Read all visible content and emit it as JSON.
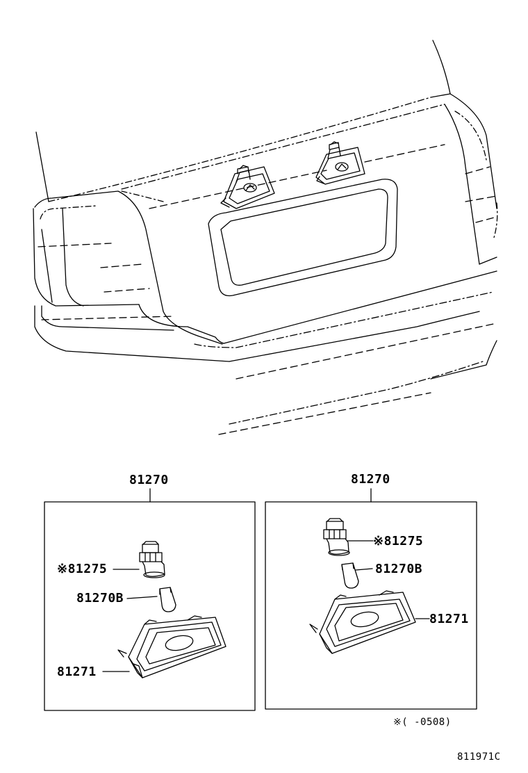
{
  "left_group": {
    "assembly_number": "81270",
    "socket_part": "※81275",
    "bulb_part": "81270B",
    "lens_part": "81271"
  },
  "right_group": {
    "assembly_number": "81270",
    "socket_part": "※81275",
    "bulb_part": "81270B",
    "lens_part": "81271"
  },
  "footnote": "※(   -0508)",
  "figure_id": "811971C"
}
